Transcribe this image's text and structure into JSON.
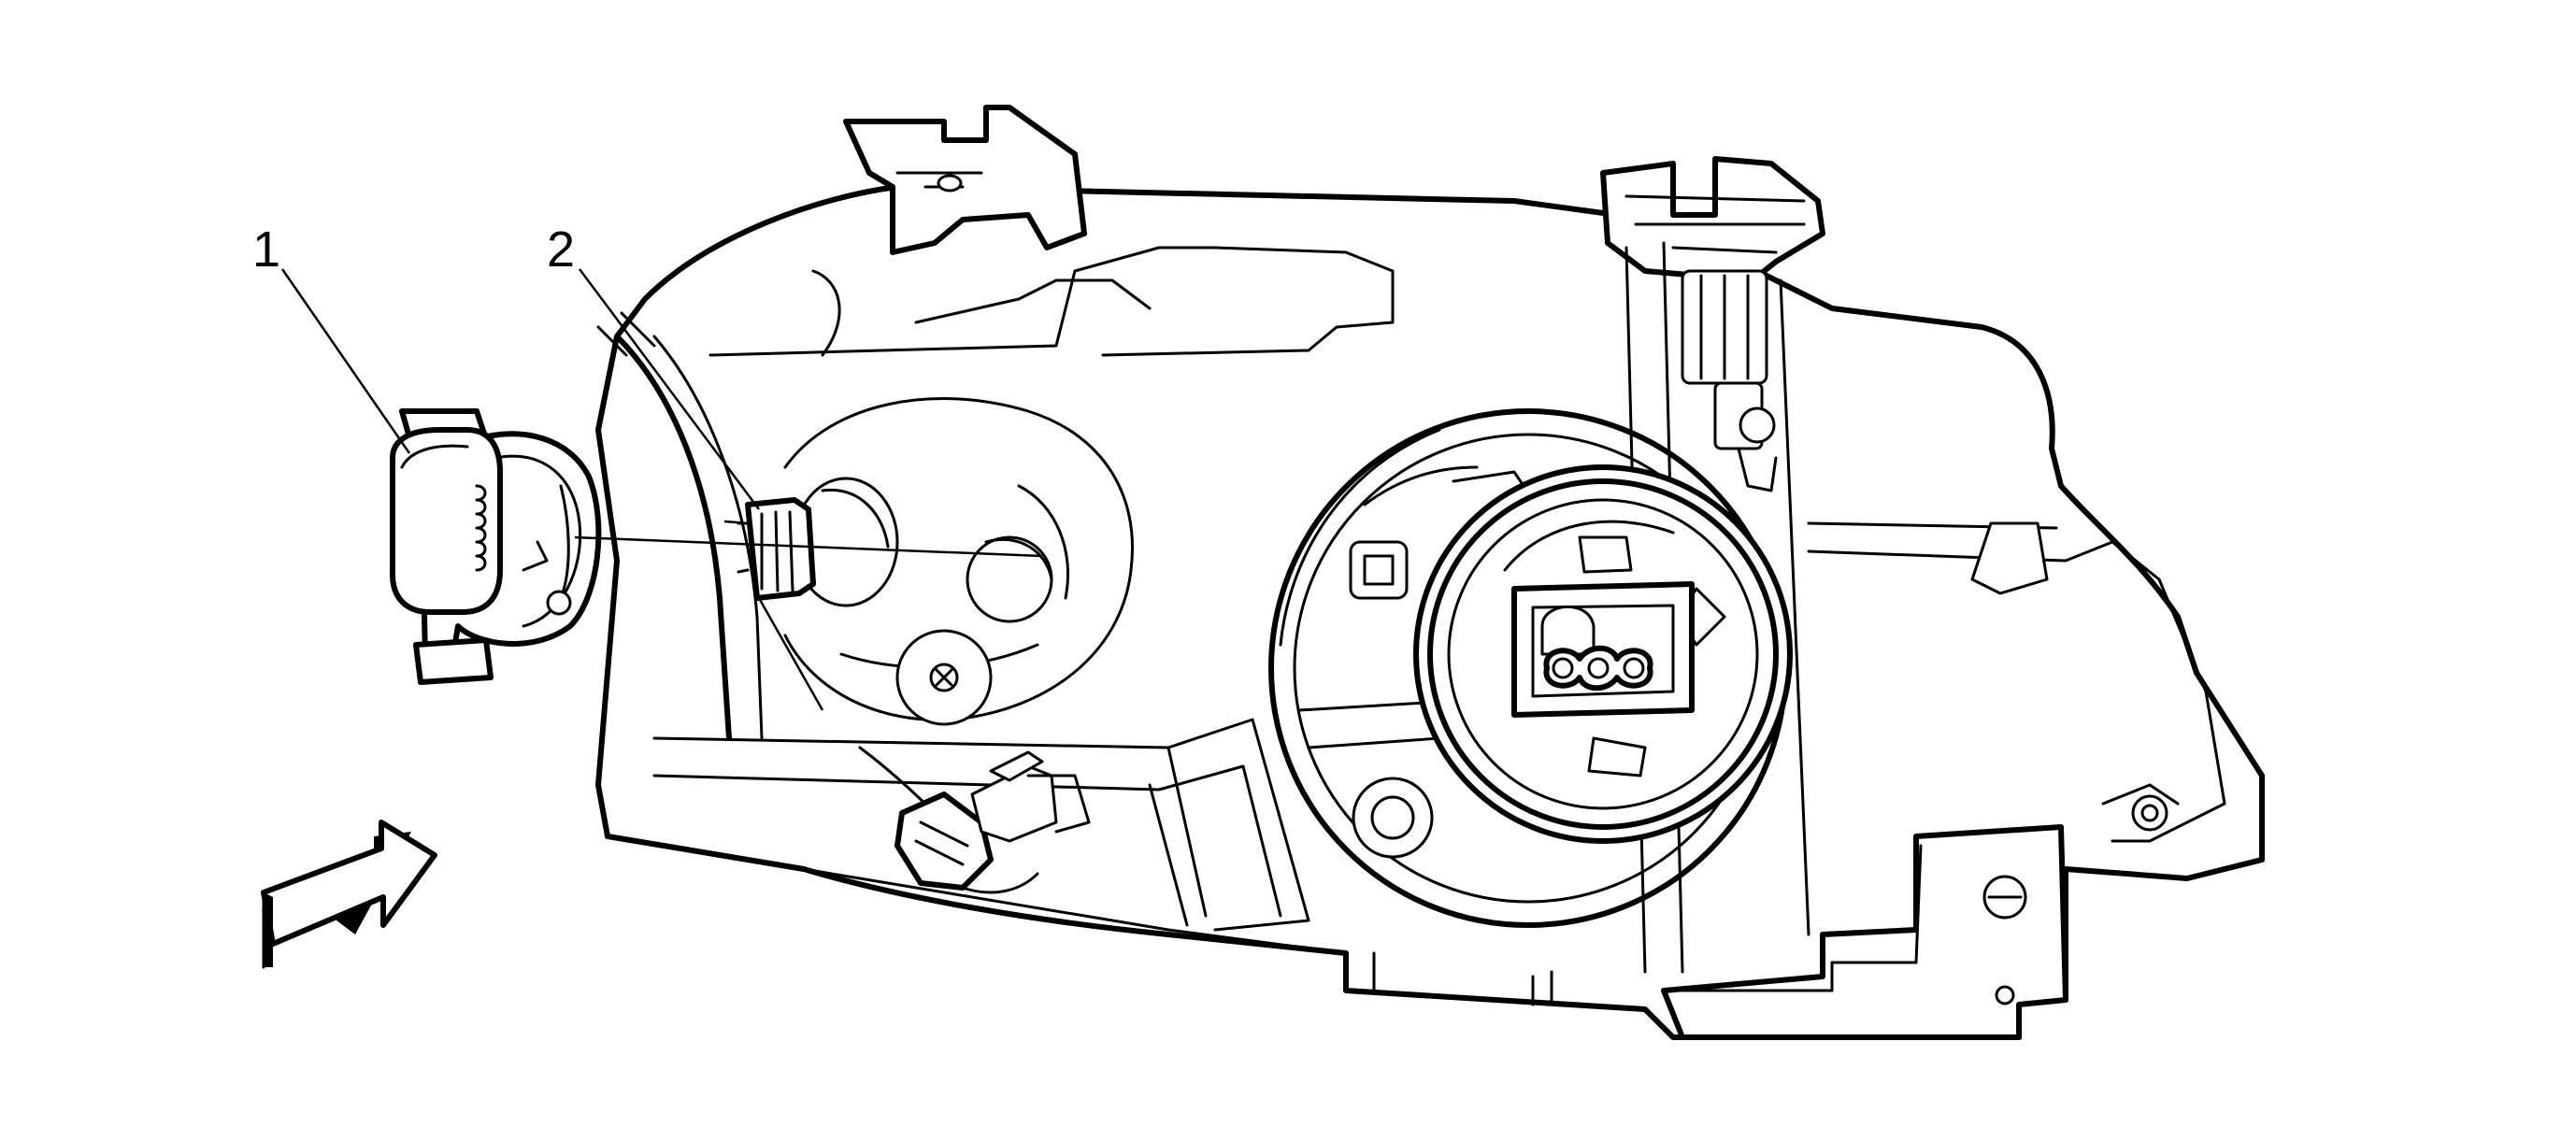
{
  "callouts": [
    {
      "id": "1",
      "label": "1"
    },
    {
      "id": "2",
      "label": "2"
    }
  ],
  "colors": {
    "line": "#000000",
    "background": "#ffffff",
    "arrow_shade": "#000000"
  }
}
